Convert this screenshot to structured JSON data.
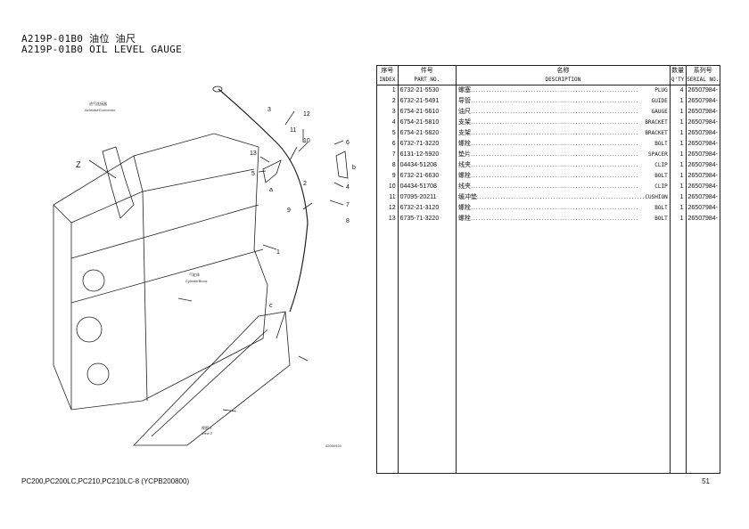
{
  "title": {
    "line1": "A219P-01B0 油位 油尺",
    "line2": "A219P-01B0 OIL LEVEL GAUGE"
  },
  "table": {
    "headers": [
      {
        "cn": "序号",
        "en": "INDEX"
      },
      {
        "cn": "件号",
        "en": "PART NO."
      },
      {
        "cn": "名称",
        "en": "DESCRIPTION"
      },
      {
        "cn": "数量",
        "en": "Q'TY"
      },
      {
        "cn": "系列号",
        "en": "SERIAL NO."
      }
    ],
    "rows": [
      {
        "index": "1",
        "part": "6732-21-5530",
        "cn": "螺塞",
        "en": "PLUG",
        "qty": "4",
        "serial": "26507984-"
      },
      {
        "index": "2",
        "part": "6732-21-5491",
        "cn": "导管",
        "en": "GUIDE",
        "qty": "1",
        "serial": "26507984-"
      },
      {
        "index": "3",
        "part": "6754-21-5610",
        "cn": "油尺",
        "en": "GAUGE",
        "qty": "1",
        "serial": "26507984-"
      },
      {
        "index": "4",
        "part": "6754-21-5810",
        "cn": "支架",
        "en": "BRACKET",
        "qty": "1",
        "serial": "26507984-"
      },
      {
        "index": "5",
        "part": "6754-21-5820",
        "cn": "支架",
        "en": "BRACKET",
        "qty": "1",
        "serial": "26507984-"
      },
      {
        "index": "6",
        "part": "6732-71-3220",
        "cn": "螺栓",
        "en": "BOLT",
        "qty": "1",
        "serial": "26507984-"
      },
      {
        "index": "7",
        "part": "6131-12-5920",
        "cn": "垫片",
        "en": "SPACER",
        "qty": "1",
        "serial": "26507984-"
      },
      {
        "index": "8",
        "part": "04434-51208",
        "cn": "线夹",
        "en": "CLIP",
        "qty": "1",
        "serial": "26507984-"
      },
      {
        "index": "9",
        "part": "6732-21-6630",
        "cn": "螺栓",
        "en": "BOLT",
        "qty": "1",
        "serial": "26507984-"
      },
      {
        "index": "10",
        "part": "04434-51708",
        "cn": "线夹",
        "en": "CLIP",
        "qty": "1",
        "serial": "26507984-"
      },
      {
        "index": "11",
        "part": "07095-20211",
        "cn": "缓冲垫",
        "en": "CUSHION",
        "qty": "1",
        "serial": "26507984-"
      },
      {
        "index": "12",
        "part": "6732-21-3120",
        "cn": "螺栓",
        "en": "BOLT",
        "qty": "1",
        "serial": "26507984-"
      },
      {
        "index": "13",
        "part": "6735-71-3220",
        "cn": "螺栓",
        "en": "BOLT",
        "qty": "1",
        "serial": "26507984-"
      }
    ]
  },
  "diagram": {
    "air_intake_cn": "进气连接器",
    "air_intake_en": "AirIntakeConnector",
    "cylinder_cn": "气缸体",
    "cylinder_en": "CylinderBlock",
    "view_cn": "视图 Z",
    "view_en": "View Z",
    "view_marker": "Z",
    "drawing_no": "92050920",
    "callouts": [
      "1",
      "2",
      "3",
      "4",
      "5",
      "6",
      "7",
      "8",
      "9",
      "10",
      "11",
      "12",
      "13"
    ],
    "refs": [
      "a",
      "b",
      "c"
    ]
  },
  "footer": {
    "models": "PC200,PC200LC,PC210,PC210LC-8 (YCPB200800)",
    "page": "51"
  }
}
